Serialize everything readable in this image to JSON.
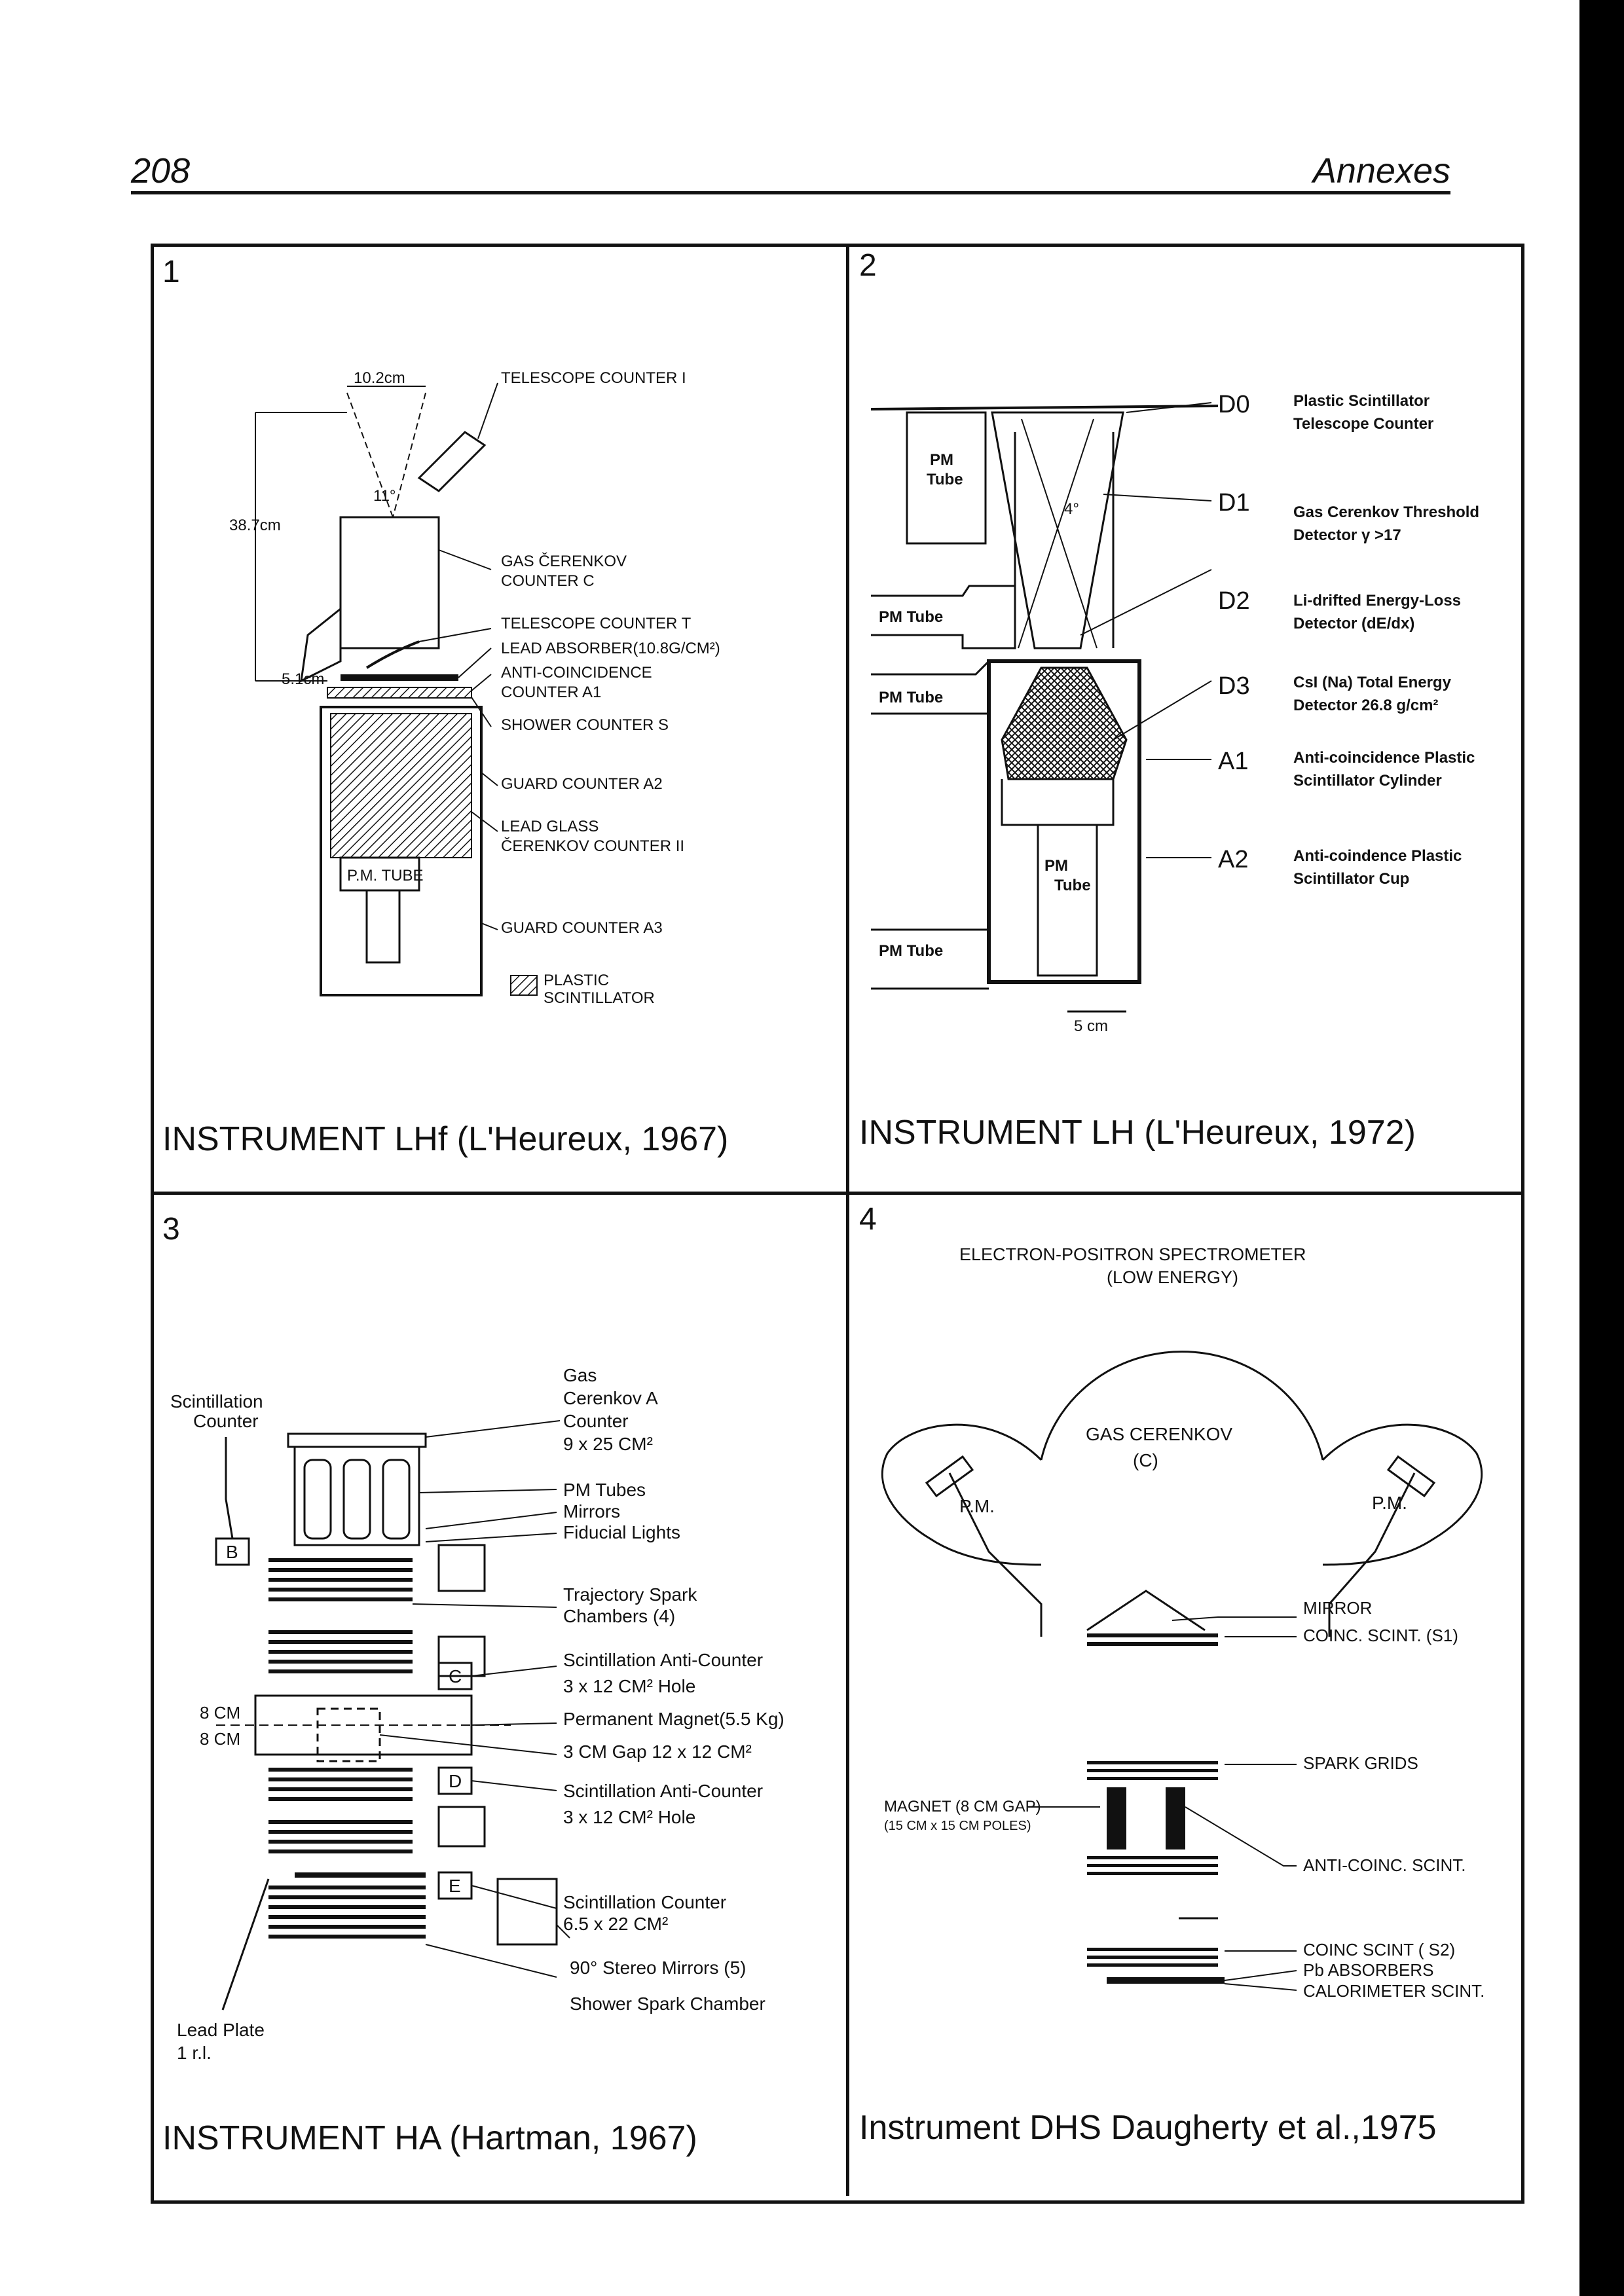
{
  "header": {
    "page_number": "208",
    "section": "Annexes"
  },
  "panels": [
    {
      "number": "1",
      "caption": "INSTRUMENT LHf (L'Heureux, 1967)",
      "labels": {
        "dim_top": "10.2cm",
        "dim_side": "38.7cm",
        "dim_bottom": "5.1cm",
        "angle": "11°",
        "telescope_c1": "TELESCOPE COUNTER I",
        "gas_cerenkov": "GAS ČERENKOV",
        "gas_cerenkov2": "COUNTER C",
        "telescope_ct": "TELESCOPE COUNTER T",
        "lead_absorber": "LEAD ABSORBER(10.8g/cm²)",
        "anti_coinc": "ANTI-COINCIDENCE",
        "anti_coinc2": "COUNTER A1",
        "shower": "SHOWER COUNTER S",
        "guard_a2": "GUARD COUNTER A2",
        "lead_glass": "LEAD GLASS",
        "lead_glass2": "ČERENKOV COUNTER II",
        "pm_tube": "P.M. TUBE",
        "guard_a3": "GUARD COUNTER A3",
        "legend_plastic": "PLASTIC",
        "legend_plastic2": "SCINTILLATOR"
      }
    },
    {
      "number": "2",
      "caption": "INSTRUMENT LH (L'Heureux, 1972)",
      "labels": {
        "pm_tube_block": "PM",
        "pm_tube_block2": "Tube",
        "pm_tube_1": "PM Tube",
        "pm_tube_2": "PM Tube",
        "pm_tube_3": "PM Tube",
        "pm_tube_center": "PM",
        "pm_tube_center2": "Tube",
        "d0": "D0",
        "d0_desc": "Plastic Scintillator",
        "d0_desc2": "Telescope Counter",
        "d1": "D1",
        "d1_desc": "Gas Cerenkov Threshold",
        "d1_desc2": "Detector γ >17",
        "d2": "D2",
        "d2_desc": "Li-drifted Energy-Loss",
        "d2_desc2": "Detector (dE/dx)",
        "d3": "D3",
        "d3_desc": "CsI (Na) Total Energy",
        "d3_desc2": "Detector 26.8 g/cm²",
        "a1": "A1",
        "a1_desc": "Anti-coincidence Plastic",
        "a1_desc2": "Scintillator Cylinder",
        "a2": "A2",
        "a2_desc": "Anti-coindence Plastic",
        "a2_desc2": "Scintillator Cup",
        "scale": "5 cm",
        "angle": "4°"
      }
    },
    {
      "number": "3",
      "caption": "INSTRUMENT HA (Hartman, 1967)",
      "labels": {
        "scint_counter": "Scintillation",
        "scint_counter2": "Counter",
        "gas": "Gas",
        "gas2": "Cerenkov  A",
        "gas3": "Counter",
        "gas4": "9 x 25  CM²",
        "pm_tubes": "PM Tubes",
        "mirrors": "Mirrors",
        "fiducial": "Fiducial Lights",
        "trajectory": "Trajectory Spark",
        "trajectory2": "Chambers (4)",
        "anti_c": "Scintillation Anti-Counter",
        "anti_c2": "3 x 12  CM² Hole",
        "magnet": "Permanent Magnet(5.5 Kg)",
        "gap": "3 CM Gap  12 x 12  CM²",
        "anti_d": "Scintillation Anti-Counter",
        "anti_d2": "3 x 12 CM² Hole",
        "scint_e": "Scintillation Counter",
        "scint_e2": "6.5 x 22  CM²",
        "stereo": "90° Stereo Mirrors (5)",
        "shower": "Shower Spark Chamber",
        "lead_plate": "Lead Plate",
        "lead_plate2": "1 r.l.",
        "box_b": "B",
        "box_c": "C",
        "box_d": "D",
        "box_e": "E",
        "cm8_a": "8 CM",
        "cm8_b": "8 CM"
      }
    },
    {
      "number": "4",
      "caption": "Instrument DHS Daugherty et al.,1975",
      "labels": {
        "title": "ELECTRON-POSITRON SPECTROMETER",
        "title2": "(LOW ENERGY)",
        "gas": "GAS  CERENKOV",
        "gas2": "(C)",
        "pm_left": "P.M.",
        "pm_right": "P.M.",
        "mirror": "MIRROR",
        "coinc_s1": "COINC. SCINT.  (S1)",
        "spark": "SPARK  GRIDS",
        "magnet": "MAGNET (8 CM GAP)",
        "magnet2": "(15 CM x 15 CM POLES)",
        "anti": "ANTI-COINC. SCINT.",
        "coinc_s2": "COINC SCINT    ( S2)",
        "pb": "Pb  ABSORBERS",
        "calorimeter": "CALORIMETER SCINT."
      }
    }
  ],
  "colors": {
    "ink": "#111111",
    "paper": "#ffffff",
    "strip": "#000000"
  }
}
